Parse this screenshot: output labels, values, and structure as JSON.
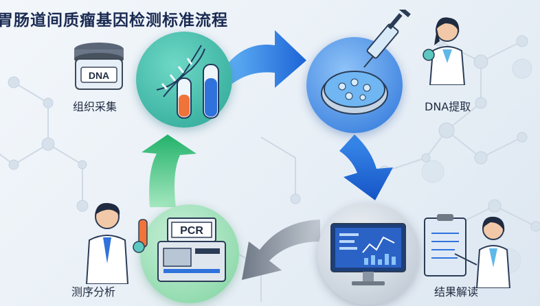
{
  "title": "胃肠道间质瘤基因检测标准流程",
  "steps": {
    "collect": {
      "label": "组织采集",
      "jar_text": "DNA"
    },
    "extract": {
      "label": "DNA提取"
    },
    "sequence": {
      "label": "测序分析",
      "machine_text": "PCR"
    },
    "interpret": {
      "label": "结果解读"
    }
  },
  "colors": {
    "title": "#1a2a52",
    "arrow_blue": "#1f6fe0",
    "arrow_green": "#36c27a",
    "arrow_gray": "#8a94a0",
    "node_teal": "#3cb8a8",
    "node_blue": "#2f7fe0",
    "node_green": "#8fd9a8",
    "node_gray": "#c9d1db"
  }
}
